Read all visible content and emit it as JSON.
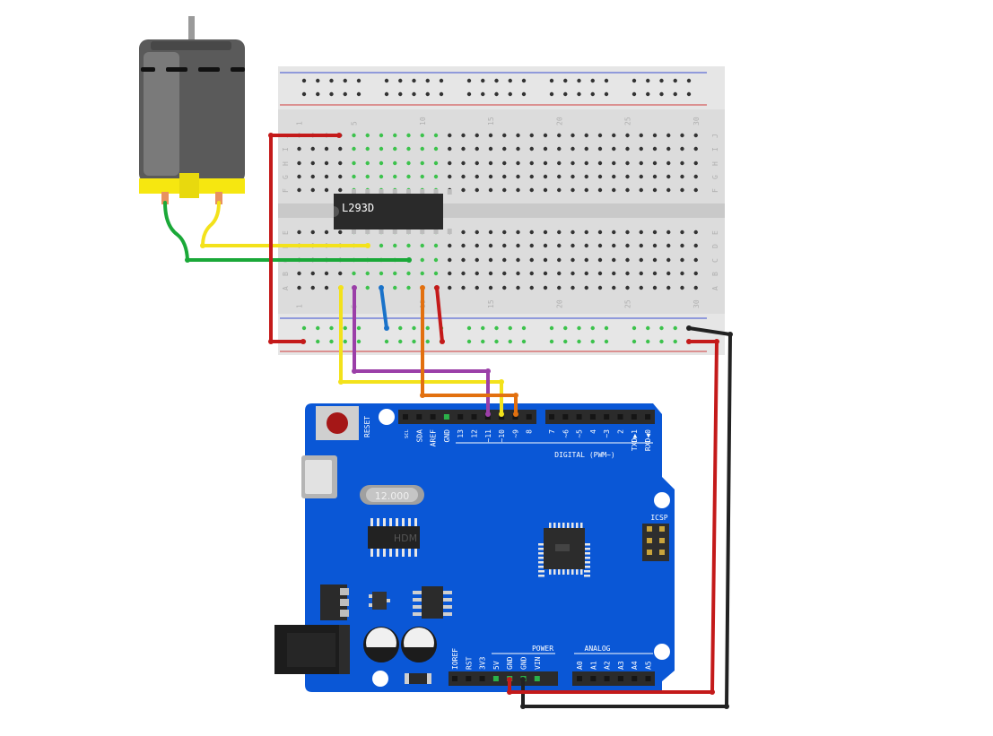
{
  "breadboard": {
    "column_numbers": [
      "1",
      "5",
      "10",
      "15",
      "20",
      "25",
      "30"
    ],
    "row_letters_top": [
      "J",
      "I",
      "H",
      "G",
      "F"
    ],
    "row_letters_bottom": [
      "E",
      "D",
      "C",
      "B",
      "A"
    ]
  },
  "chip": {
    "label": "L293D"
  },
  "motor": {},
  "arduino": {
    "reset_label": "RESET",
    "crystal_label": "12.000",
    "digital_pins": [
      "SCL",
      "SDA",
      "AREF",
      "GND",
      "13",
      "12",
      "~11",
      "~10",
      "~9",
      "8",
      "7",
      "~6",
      "~5",
      "4",
      "~3",
      "2",
      "TXD▶1",
      "RXD◀0"
    ],
    "digital_title": "DIGITAL (PWM~)",
    "icsp_label": "ICSP",
    "power_title": "POWER",
    "power_pins": [
      "IOREF",
      "RST",
      "3V3",
      "5V",
      "GND",
      "GND",
      "VIN"
    ],
    "analog_title": "ANALOG",
    "analog_pins": [
      "A0",
      "A1",
      "A2",
      "A3",
      "A4",
      "A5"
    ],
    "chip_logo": "HDM"
  },
  "colors": {
    "board_blue": "#0a57d6",
    "breadboard": "#dcdcdc",
    "wire_red": "#c41a1a",
    "wire_black": "#222222",
    "wire_yellow": "#f3e21b",
    "wire_green": "#1aa838",
    "wire_purple": "#9b3fa8",
    "wire_orange": "#e2700f",
    "wire_blue": "#1a72c9",
    "motor_yellow": "#f6e710",
    "hole_green": "#3cc24c"
  }
}
